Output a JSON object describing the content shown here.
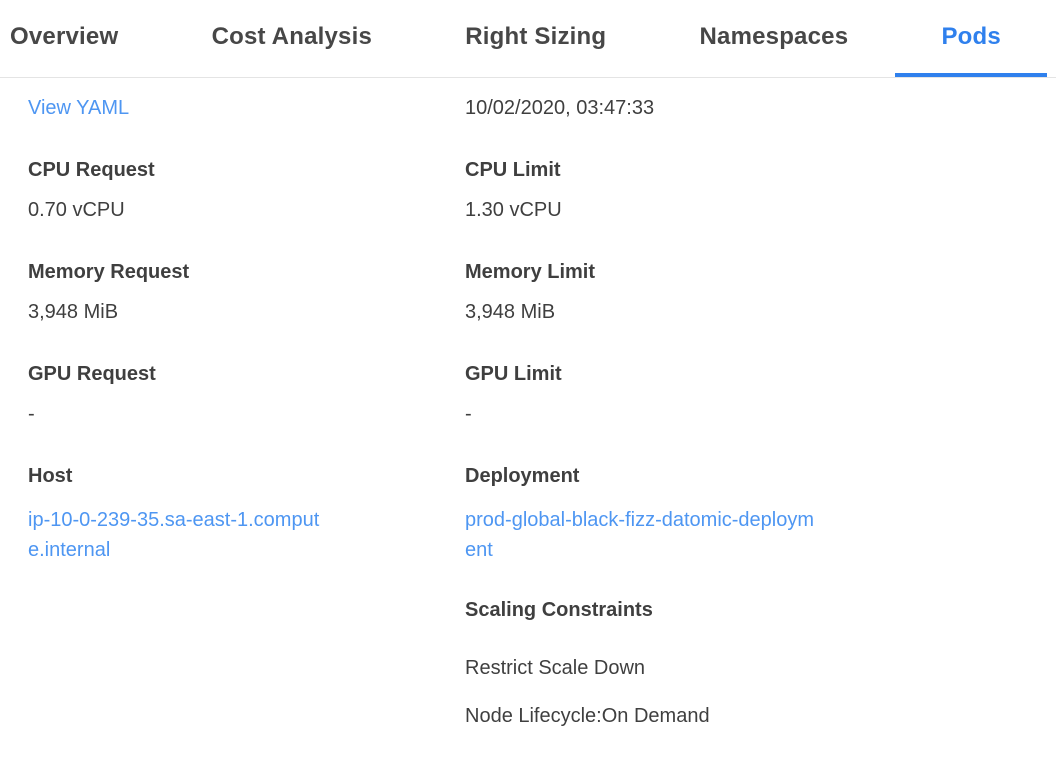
{
  "colors": {
    "tab_active_blue": "#2f80ed",
    "link_blue": "#4e96f2",
    "text_dark": "#3f3f3f",
    "border_gray": "#e4e4e4"
  },
  "tabs": [
    {
      "label": "Overview",
      "active": false
    },
    {
      "label": "Cost Analysis",
      "active": false
    },
    {
      "label": "Right Sizing",
      "active": false
    },
    {
      "label": "Namespaces",
      "active": false
    },
    {
      "label": "Pods",
      "active": true
    }
  ],
  "pod_details": {
    "view_yaml_label": "View YAML",
    "timestamp": "10/02/2020, 03:47:33",
    "cpu_request": {
      "label": "CPU Request",
      "value": "0.70 vCPU"
    },
    "cpu_limit": {
      "label": "CPU Limit",
      "value": "1.30 vCPU"
    },
    "memory_request": {
      "label": "Memory Request",
      "value": "3,948 MiB"
    },
    "memory_limit": {
      "label": "Memory Limit",
      "value": "3,948 MiB"
    },
    "gpu_request": {
      "label": "GPU Request",
      "value": "-"
    },
    "gpu_limit": {
      "label": "GPU Limit",
      "value": "-"
    },
    "host": {
      "label": "Host",
      "value": "ip-10-0-239-35.sa-east-1.compute.internal"
    },
    "deployment": {
      "label": "Deployment",
      "value": "prod-global-black-fizz-datomic-deployment"
    },
    "scaling_constraints": {
      "label": "Scaling Constraints",
      "items": [
        "Restrict Scale Down",
        "Node Lifecycle:On Demand"
      ]
    }
  }
}
